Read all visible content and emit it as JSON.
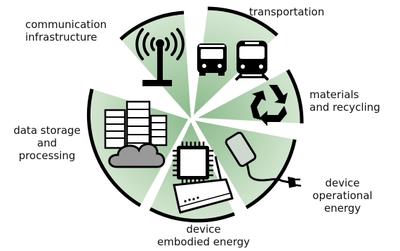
{
  "segments": [
    {
      "id": "communication",
      "lines": [
        "communication",
        "infrastructure"
      ],
      "icon": "antenna-tower-icon"
    },
    {
      "id": "transportation",
      "lines": [
        "transportation"
      ],
      "icon": "bus-and-train-icon"
    },
    {
      "id": "materials",
      "lines": [
        "materials",
        "and recycling"
      ],
      "icon": "recycling-icon"
    },
    {
      "id": "operational",
      "lines": [
        "device",
        "operational",
        "energy"
      ],
      "icon": "phone-with-charger-icon"
    },
    {
      "id": "embodied",
      "lines": [
        "device",
        "embodied energy"
      ],
      "icon": "chip-and-router-icon"
    },
    {
      "id": "datacenter",
      "lines": [
        "data storage",
        "and",
        "processing"
      ],
      "icon": "server-rack-and-cloud-icon"
    }
  ],
  "colors": {
    "sector_fill": "#c3dcc0",
    "sector_center": "#8ab98a",
    "rim": "#000000",
    "icon": "#000000"
  }
}
